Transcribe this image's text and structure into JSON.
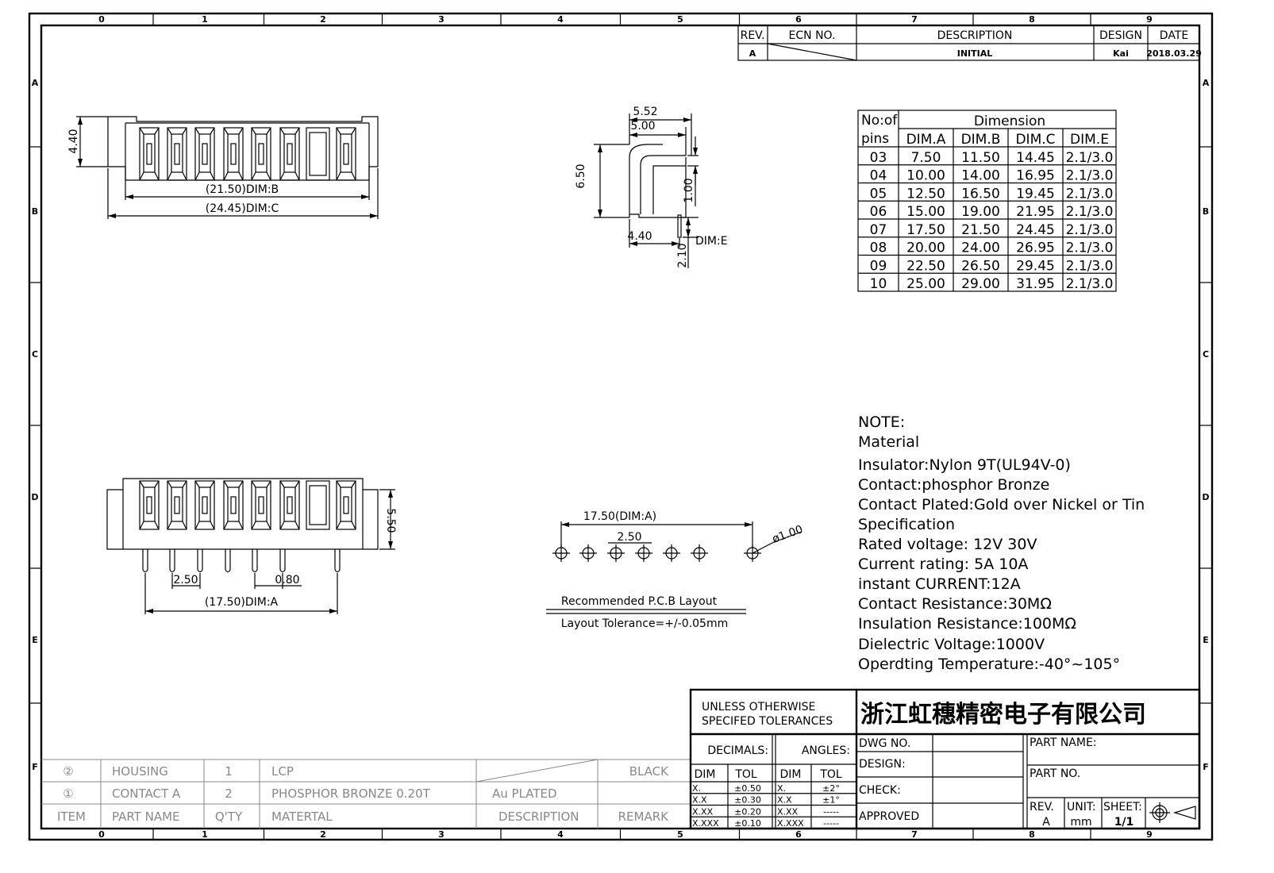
{
  "zones": {
    "columns": [
      "0",
      "1",
      "2",
      "3",
      "4",
      "5",
      "6",
      "7",
      "8",
      "9"
    ],
    "rows": [
      "A",
      "B",
      "C",
      "D",
      "E",
      "F"
    ]
  },
  "revision_block": {
    "headers": {
      "rev": "REV.",
      "ecn": "ECN NO.",
      "description": "DESCRIPTION",
      "design": "DESIGN",
      "date": "DATE"
    },
    "row": {
      "rev": "A",
      "description": "INITIAL",
      "design": "Kai",
      "date": "2018.03.29"
    }
  },
  "top_view": {
    "height_dim": "4.40",
    "dim_b": "(21.50)DIM:B",
    "dim_c": "(24.45)DIM:C"
  },
  "side_view": {
    "w1": "5.52",
    "w2": "5.00",
    "height": "6.50",
    "d1": "1.00",
    "d2": "4.40",
    "d3": "2.10",
    "dim_e": "DIM:E"
  },
  "bottom_view": {
    "height_dim": "5.50",
    "pitch": "2.50",
    "pin": "0.80",
    "dim_a": "(17.50)DIM:A"
  },
  "pcb_layout": {
    "dim_a": "17.50(DIM:A)",
    "pitch": "2.50",
    "hole": "ø1.00",
    "title": "Recommended P.C.B Layout",
    "tolerance": "Layout Tolerance=+/-0.05mm"
  },
  "dimension_table": {
    "pins_header_1": "No:of",
    "pins_header_2": "pins",
    "group_header": "Dimension",
    "columns": [
      "DIM.A",
      "DIM.B",
      "DIM.C",
      "DIM.E"
    ],
    "rows": [
      [
        "03",
        "7.50",
        "11.50",
        "14.45",
        "2.1/3.0"
      ],
      [
        "04",
        "10.00",
        "14.00",
        "16.95",
        "2.1/3.0"
      ],
      [
        "05",
        "12.50",
        "16.50",
        "19.45",
        "2.1/3.0"
      ],
      [
        "06",
        "15.00",
        "19.00",
        "21.95",
        "2.1/3.0"
      ],
      [
        "07",
        "17.50",
        "21.50",
        "24.45",
        "2.1/3.0"
      ],
      [
        "08",
        "20.00",
        "24.00",
        "26.95",
        "2.1/3.0"
      ],
      [
        "09",
        "22.50",
        "26.50",
        "29.45",
        "2.1/3.0"
      ],
      [
        "10",
        "25.00",
        "29.00",
        "31.95",
        "2.1/3.0"
      ]
    ]
  },
  "notes": [
    "NOTE:",
    "Material",
    "Insulator:Nylon  9T(UL94V-0)",
    "Contact:phosphor  Bronze",
    "Contact  Plated:Gold  over  Nickel  or  Tin",
    "Specification",
    "Rated  voltage: 12V  30V",
    "Current  rating:  5A  10A",
    "instant  CURRENT:12A",
    "Contact  Resistance:30MΩ",
    "Insulation  Resistance:100MΩ",
    "Dielectric  Voltage:1000V",
    "Operdting  Temperature:-40°~105°"
  ],
  "bom": {
    "rows": [
      {
        "item": "②",
        "part": "HOUSING",
        "qty": "1",
        "material": "LCP",
        "description": "",
        "remark": "BLACK"
      },
      {
        "item": "①",
        "part": "CONTACT A",
        "qty": "2",
        "material": "PHOSPHOR BRONZE 0.20T",
        "description": "Au PLATED",
        "remark": ""
      }
    ],
    "headers": {
      "item": "ITEM",
      "part": "PART NAME",
      "qty": "Q'TY",
      "material": "MATERTAL",
      "description": "DESCRIPTION",
      "remark": "REMARK"
    }
  },
  "title_block": {
    "tolerance_title_1": "UNLESS OTHERWISE",
    "tolerance_title_2": "SPECIFED TOLERANCES",
    "decimals": "DECIMALS:",
    "angles": "ANGLES:",
    "dim": "DIM",
    "tol": "TOL",
    "decimal_rows": [
      [
        "X.",
        "±0.50"
      ],
      [
        "X.X",
        "±0.30"
      ],
      [
        "X.XX",
        "±0.20"
      ],
      [
        "X.XXX",
        "±0.10"
      ]
    ],
    "angle_rows": [
      [
        "X.",
        "±2°"
      ],
      [
        "X.X",
        "±1°"
      ],
      [
        "X.XX",
        "-----"
      ],
      [
        "X.XXX",
        "-----"
      ]
    ],
    "company": "浙江虹穗精密电子有限公司",
    "dwg_no": "DWG NO.",
    "design": "DESIGN:",
    "check": "CHECK:",
    "approved": "APPROVED",
    "part_name": "PART NAME:",
    "part_no": "PART NO.",
    "rev_label": "REV.",
    "rev_value": "A",
    "unit_label": "UNIT:",
    "unit_value": "mm",
    "sheet_label": "SHEET:",
    "sheet_value": "1/1"
  }
}
